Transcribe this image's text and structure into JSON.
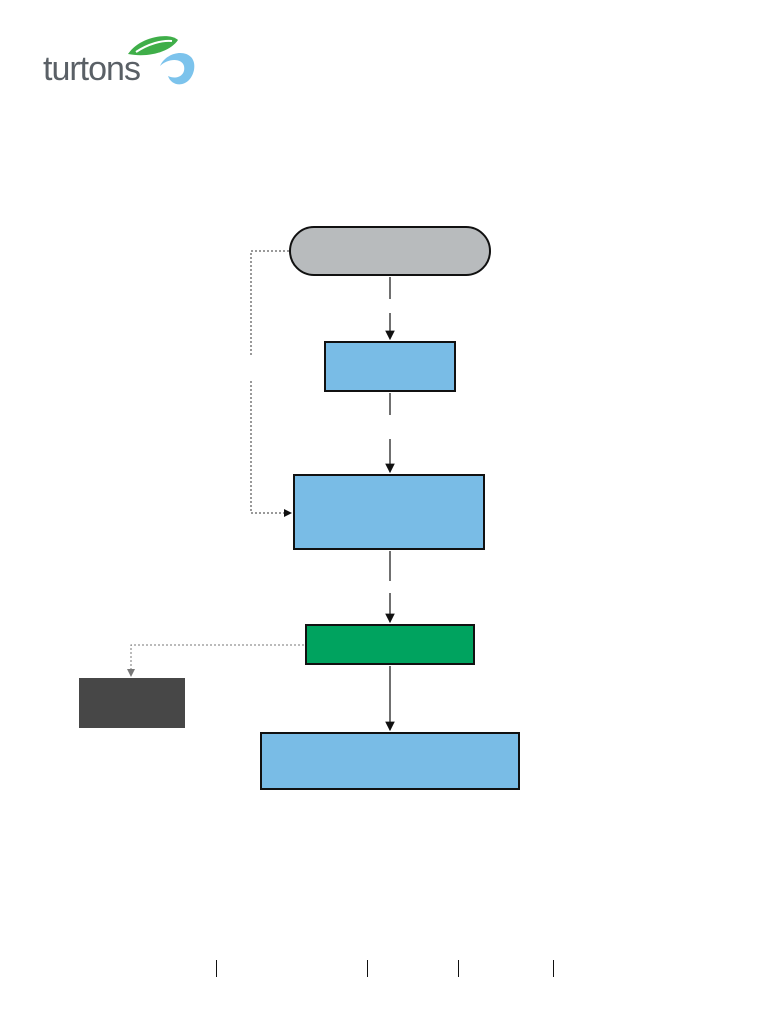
{
  "logo": {
    "text": "turtons",
    "colors": {
      "text": "#5a6066",
      "leaf": "#3fae49",
      "swirl": "#7cc3ec"
    }
  },
  "diagram": {
    "colors": {
      "start": "#b8bbbd",
      "process": "#79bce6",
      "decision": "#00a35f",
      "side": "#474747",
      "line": "#111111",
      "dotted": "#555555"
    },
    "nodes": {
      "start": {
        "shape": "terminator",
        "label": ""
      },
      "step1": {
        "shape": "process",
        "label": ""
      },
      "step2": {
        "shape": "process",
        "label": ""
      },
      "decision": {
        "shape": "process",
        "label": ""
      },
      "side": {
        "shape": "process",
        "label": ""
      },
      "final": {
        "shape": "process",
        "label": ""
      }
    },
    "connectors": [
      {
        "from": "start",
        "to": "step1",
        "style": "dashed"
      },
      {
        "from": "step1",
        "to": "step2",
        "style": "dashed"
      },
      {
        "from": "step2",
        "to": "decision",
        "style": "dashed"
      },
      {
        "from": "decision",
        "to": "final",
        "style": "solid"
      },
      {
        "from": "start",
        "to": "step2",
        "style": "dotted"
      },
      {
        "from": "decision",
        "to": "side",
        "style": "dotted"
      }
    ]
  },
  "footer": {
    "tick_count": 4
  }
}
